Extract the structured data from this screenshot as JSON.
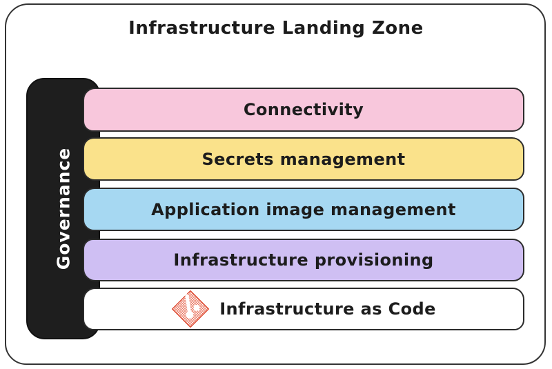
{
  "title": "Infrastructure Landing Zone",
  "governance": {
    "label": "Governance",
    "bg": "#1e1e1e",
    "text_color": "#ffffff"
  },
  "layers": [
    {
      "label": "Connectivity",
      "bg": "#f8c7dc"
    },
    {
      "label": "Secrets management",
      "bg": "#fae28b"
    },
    {
      "label": "Application image management",
      "bg": "#a6d8f2"
    },
    {
      "label": "Infrastructure provisioning",
      "bg": "#cfbff3"
    },
    {
      "label": "Infrastructure as Code",
      "bg": "#ffffff",
      "icon": "git-icon"
    }
  ],
  "colors": {
    "frame_border": "#333333",
    "layer_border": "#2b2b2b",
    "text": "#1c1c1c",
    "git_red": "#dd4a32"
  }
}
